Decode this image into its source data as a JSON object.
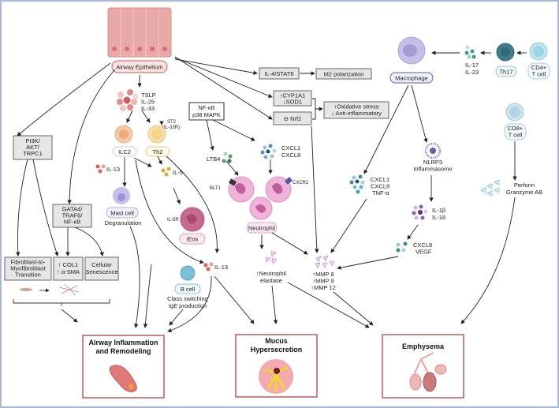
{
  "epithelium": {
    "label": "Airway Epithelium"
  },
  "alarmins": {
    "lines": [
      "TSLP",
      "IL-25",
      "IL-33"
    ]
  },
  "st2": {
    "lines": [
      "ST2",
      "(IL-33R)"
    ]
  },
  "cells": {
    "ilc2": "ILC2",
    "th2": "Th2",
    "mast_cell": "Mast cell",
    "mast_cell_note": "Degranulation",
    "ieos": "iEos",
    "bcell": "B cell",
    "bcell_note": [
      "Class switching",
      "IgE production"
    ],
    "neutrophil": "Neutrophil",
    "macrophage": "Macrophage",
    "th17": "Th17",
    "cd4": [
      "CD4+",
      "T cell"
    ],
    "cd8": [
      "CD8+",
      "T cell"
    ]
  },
  "cytokines": {
    "il13_a": "IL-13",
    "il5": "IL-5",
    "il5r": "IL-5R",
    "il13_b": "IL-13",
    "ltb4": "LTB4",
    "blt1": "BLT1",
    "cxcr2": "CXCR2",
    "cxcl_a": [
      "CXCL1",
      "CXCL8"
    ],
    "il17": [
      "IL-17",
      "IL-23"
    ],
    "nlrp3": [
      "NLRP3",
      "Inflammasome"
    ],
    "cxcl_b": [
      "CXCL1",
      "CXCL8",
      "TNF-α"
    ],
    "il1": [
      "IL-1β",
      "IL-18"
    ],
    "cxcl8_vegf": [
      "CXCL8",
      "VEGF"
    ],
    "perforin": [
      "Perforin",
      "Granzyme AB"
    ],
    "elastase": [
      "↑Neutrophil",
      "elastase"
    ],
    "mmp": [
      "↑MMP 8",
      "↑MMP 9",
      "↑MMP 12"
    ]
  },
  "boxes": {
    "pi3k": [
      "PI3K/",
      "AKT/",
      "TRPC1"
    ],
    "gata4": [
      "GATA4/",
      "TRAF6/",
      "NF-κB"
    ],
    "nfkb": [
      "NF-κB",
      "p38 MAPK"
    ],
    "il4stat6": "IL-4/STAT6",
    "m2": "M2 polarization",
    "cyp": [
      "↑CYP1A1",
      "↓SOD1"
    ],
    "nrf2": "⊖ Nrf2",
    "oxidative": [
      "↑Oxidative stress",
      "↓ Anti-inflammatory"
    ],
    "fmt": [
      "Fibroblast-to-",
      "Myofibroblast",
      "Transition"
    ],
    "col1": [
      "↑ COL1",
      "↑ α-SMA"
    ],
    "senescence": [
      "Cellular",
      "Senescence"
    ]
  },
  "outcomes": {
    "airway": [
      "Airway Inflammation",
      "and Remodeling"
    ],
    "mucus": [
      "Mucus",
      "Hypersecretion"
    ],
    "emphysema": "Emphysema"
  },
  "colors": {
    "frame": "#a9b8d6",
    "outcome_border": "#b5504f",
    "epithelium": "#e59a9a",
    "neutrophil": "#e7a2cf",
    "macrophage": "#b9b3df",
    "teal": "#3f8f9a"
  }
}
